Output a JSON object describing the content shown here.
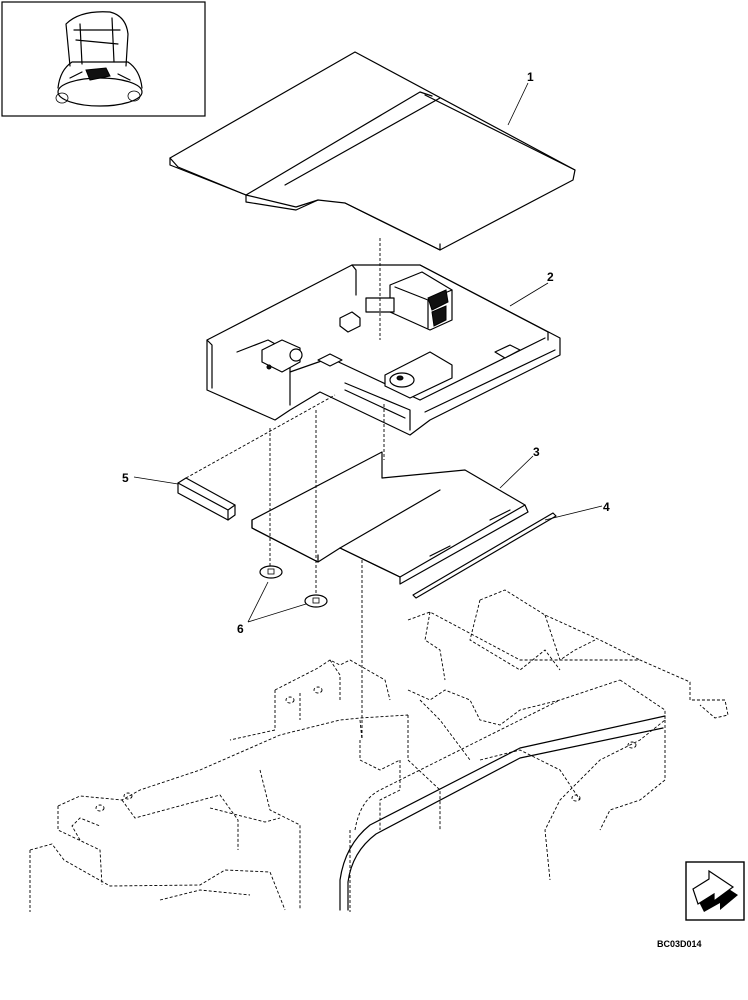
{
  "callouts": {
    "c1": "1",
    "c2": "2",
    "c3": "3",
    "c4": "4",
    "c5": "5",
    "c6": "6"
  },
  "drawing_code": "BC03D014",
  "icons": {
    "inset": "machine-locator-icon",
    "nav": "page-turn-arrow-icon"
  }
}
